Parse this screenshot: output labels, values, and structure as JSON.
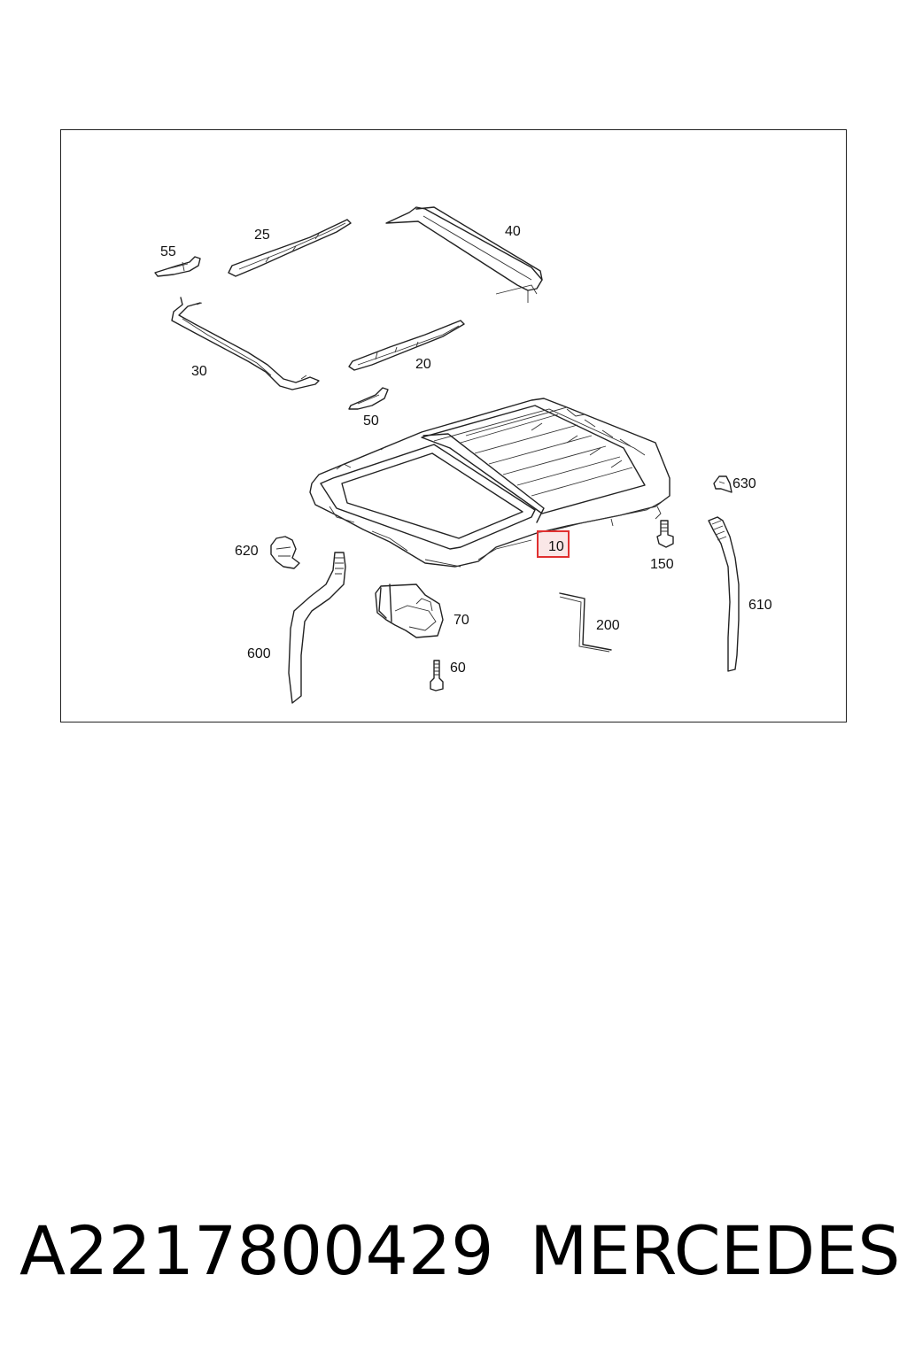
{
  "diagram": {
    "callouts": {
      "c55": "55",
      "c25": "25",
      "c40": "40",
      "c30": "30",
      "c20": "20",
      "c50": "50",
      "c630": "630",
      "c10": "10",
      "c620": "620",
      "c150": "150",
      "c610": "610",
      "c70": "70",
      "c200": "200",
      "c600": "600",
      "c60": "60"
    },
    "highlight_color": "#e03030"
  },
  "caption": {
    "part_number": "A2217800429",
    "brand": "MERCEDES"
  }
}
